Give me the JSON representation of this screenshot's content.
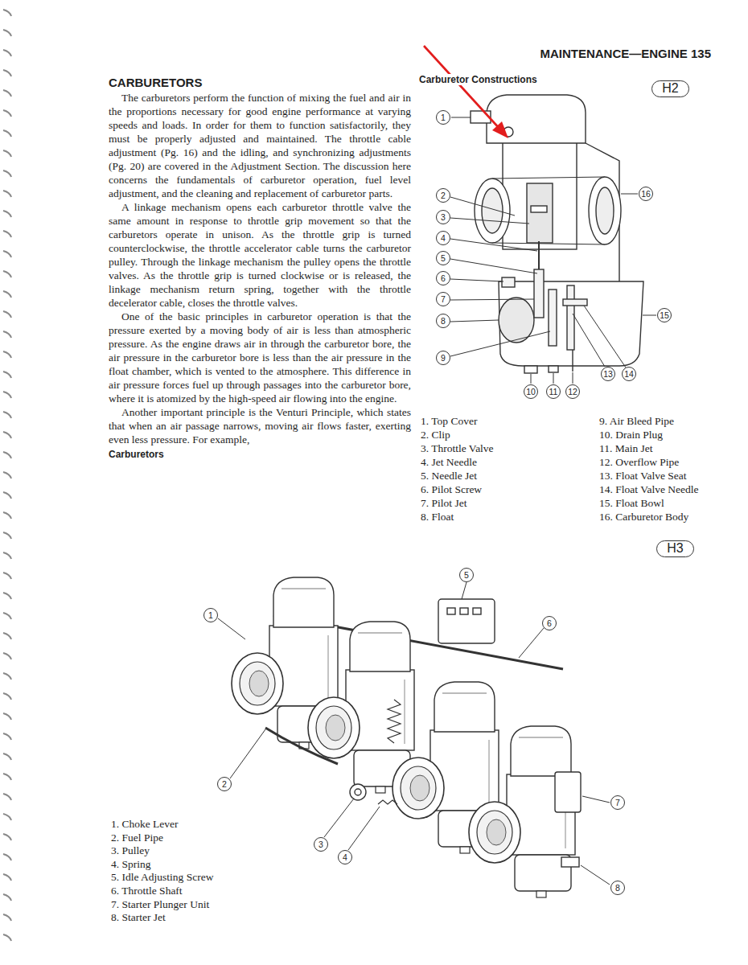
{
  "diagram": {
    "title": "CARBURETORS",
    "nodes": [
      {
        "text": [
          "H2"
        ]
      },
      {
        "text": [
          "H3"
        ]
      }
    ],
    "labels": [
      "MAINTENANCE—ENGINE 135",
      "The carburetors perform the function of mixing the fuel and air in the proportions necessary for good engine performance at varying speeds and loads. In order for them to function satisfactorily, they must be properly adjusted and maintained. The throttle cable adjustment (Pg. 16) and the idling, and synchronizing adjustments (Pg. 20) are covered in the Adjustment Section. The discussion here concerns the fundamentals of carburetor operation, fuel level adjustment, and the cleaning and replacement of carburetor parts.",
      "A linkage mechanism opens each carburetor throttle valve the same amount in response to throttle grip movement so that the carburetors operate in unison. As the throttle grip is turned counterclockwise, the throttle accelerator cable turns the carburetor pulley. Through the linkage mechanism the pulley opens the throttle valves. As the throttle grip is turned clockwise or is released, the linkage mechanism return spring, together with the throttle decelerator cable, closes the throttle valves.",
      "One of the basic principles in carburetor operation is that the pressure exerted by a moving body of air is less than atmospheric pressure. As the engine draws air in through the carburetor bore, the air pressure in the carburetor bore is less than the air pressure in the float chamber, which is vented to the atmosphere. This difference in air pressure forces fuel up through passages into the carburetor bore, where it is atomized by the high-speed air flowing into the engine.",
      "Another important principle is the Venturi Principle, which states that when an air passage narrows, moving air flows faster, exerting even less pressure. For example,",
      "Carburetor Constructions",
      "1",
      "2",
      "3",
      "4",
      "5",
      "6",
      "7",
      "8",
      "9",
      "10",
      "11",
      "12",
      "13",
      "14",
      "15",
      "16",
      "1. Top Cover",
      "2. Clip",
      "3. Throttle Valve",
      "4. Jet Needle",
      "5. Needle Jet",
      "6. Pilot Screw",
      "7. Pilot Jet",
      "8. Float",
      "9. Air Bleed Pipe",
      "10. Drain Plug",
      "11. Main Jet",
      "12. Overflow Pipe",
      "13. Float Valve Seat",
      "14. Float Valve Needle",
      "15. Float Bowl",
      "16. Carburetor Body",
      "Carburetors",
      "1",
      "2",
      "3",
      "4",
      "5",
      "6",
      "7",
      "8",
      "1. Choke Lever",
      "2. Fuel Pipe",
      "3. Pulley",
      "4. Spring",
      "5. Idle Adjusting Screw",
      "6. Throttle Shaft",
      "7. Starter Plunger Unit",
      "8. Starter Jet"
    ]
  }
}
